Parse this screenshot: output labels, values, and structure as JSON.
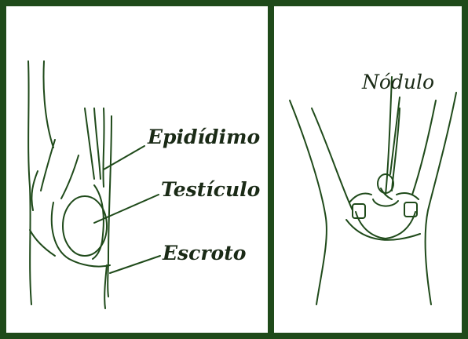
{
  "panels": {
    "left": {
      "labels": {
        "epididimo": "Epidídimo",
        "testiculo": "Testículo",
        "escroto": "Escroto"
      }
    },
    "right": {
      "labels": {
        "nodulo": "Nódulo"
      }
    }
  },
  "colors": {
    "frame": "#1f4a1a",
    "line": "#1f4a1a",
    "background": "#ffffff"
  }
}
